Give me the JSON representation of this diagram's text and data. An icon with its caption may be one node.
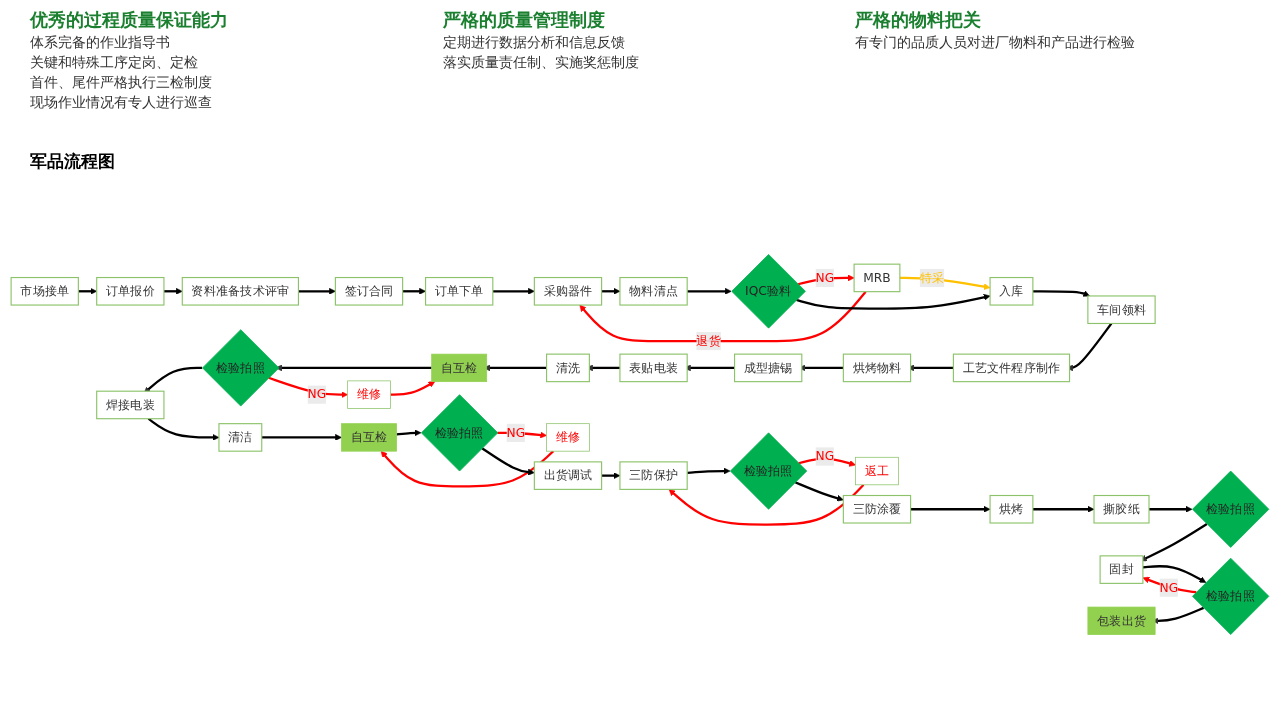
{
  "diagram": {
    "title": "军品流程图",
    "nodes": [
      {
        "text": [
          "市场接单"
        ]
      },
      {
        "text": [
          "订单报价"
        ]
      },
      {
        "text": [
          "资料准备技术评审"
        ]
      },
      {
        "text": [
          "签订合同"
        ]
      },
      {
        "text": [
          "订单下单"
        ]
      },
      {
        "text": [
          "采购器件"
        ]
      },
      {
        "text": [
          "物料清点"
        ]
      },
      {
        "text": [
          "IQC验料"
        ]
      },
      {
        "text": [
          "MRB"
        ]
      },
      {
        "text": [
          "入库"
        ]
      },
      {
        "text": [
          "车间领料"
        ]
      },
      {
        "text": [
          "工艺文件程序制作"
        ]
      },
      {
        "text": [
          "烘烤物料"
        ]
      },
      {
        "text": [
          "成型搪锡"
        ]
      },
      {
        "text": [
          "表贴电装"
        ]
      },
      {
        "text": [
          "清洗"
        ]
      },
      {
        "text": [
          "自互检"
        ]
      },
      {
        "text": [
          "检验拍照"
        ]
      },
      {
        "text": [
          "维修"
        ]
      },
      {
        "text": [
          "焊接电装"
        ]
      },
      {
        "text": [
          "清洁"
        ]
      },
      {
        "text": [
          "自互检"
        ]
      },
      {
        "text": [
          "检验拍照"
        ]
      },
      {
        "text": [
          "维修"
        ]
      },
      {
        "text": [
          "出货调试"
        ]
      },
      {
        "text": [
          "三防保护"
        ]
      },
      {
        "text": [
          "检验拍照"
        ]
      },
      {
        "text": [
          "返工"
        ]
      },
      {
        "text": [
          "三防涂覆"
        ]
      },
      {
        "text": [
          "烘烤"
        ]
      },
      {
        "text": [
          "撕胶纸"
        ]
      },
      {
        "text": [
          "检验拍照"
        ]
      },
      {
        "text": [
          "固封"
        ]
      },
      {
        "text": [
          "检验拍照"
        ]
      },
      {
        "text": [
          "包装出货"
        ]
      }
    ],
    "edges": [
      {
        "from": 0,
        "to": 1,
        "arrow": "to"
      },
      {
        "from": 1,
        "to": 2,
        "arrow": "to"
      },
      {
        "from": 2,
        "to": 3,
        "arrow": "to"
      },
      {
        "from": 3,
        "to": 4,
        "arrow": "to"
      },
      {
        "from": 4,
        "to": 5,
        "arrow": "to"
      },
      {
        "from": 5,
        "to": 6,
        "arrow": "to"
      },
      {
        "from": 6,
        "to": 7,
        "arrow": "to"
      },
      {
        "from": 7,
        "to": 8,
        "arrow": "to",
        "label": "NG",
        "color": "#ff0000"
      },
      {
        "from": 8,
        "to": 5,
        "arrow": "to",
        "label": "退货",
        "color": "#ff0000"
      },
      {
        "from": 8,
        "to": 9,
        "arrow": "to",
        "label": "特采",
        "color": "#ffc000"
      },
      {
        "from": 7,
        "to": 9,
        "arrow": "to"
      },
      {
        "from": 9,
        "to": 10,
        "arrow": "to"
      },
      {
        "from": 10,
        "to": 11,
        "arrow": "to"
      },
      {
        "from": 11,
        "to": 12,
        "arrow": "to"
      },
      {
        "from": 12,
        "to": 13,
        "arrow": "to"
      },
      {
        "from": 13,
        "to": 14,
        "arrow": "to"
      },
      {
        "from": 14,
        "to": 15,
        "arrow": "to"
      },
      {
        "from": 15,
        "to": 16,
        "arrow": "to"
      },
      {
        "from": 16,
        "to": 17,
        "arrow": "to"
      },
      {
        "from": 17,
        "to": 18,
        "arrow": "to",
        "label": "NG",
        "color": "#ff0000"
      },
      {
        "from": 18,
        "to": 16,
        "arrow": "to",
        "color": "#ff0000"
      },
      {
        "from": 17,
        "to": 19,
        "arrow": "to"
      },
      {
        "from": 19,
        "to": 20,
        "arrow": "to"
      },
      {
        "from": 20,
        "to": 21,
        "arrow": "to"
      },
      {
        "from": 21,
        "to": 22,
        "arrow": "to"
      },
      {
        "from": 22,
        "to": 23,
        "arrow": "to",
        "label": "NG",
        "color": "#ff0000"
      },
      {
        "from": 23,
        "to": 21,
        "arrow": "to",
        "color": "#ff0000"
      },
      {
        "from": 22,
        "to": 24,
        "arrow": "to"
      },
      {
        "from": 24,
        "to": 25,
        "arrow": "to"
      },
      {
        "from": 25,
        "to": 26,
        "arrow": "to"
      },
      {
        "from": 26,
        "to": 27,
        "arrow": "to",
        "label": "NG",
        "color": "#ff0000"
      },
      {
        "from": 27,
        "to": 25,
        "arrow": "to",
        "color": "#ff0000"
      },
      {
        "from": 26,
        "to": 28,
        "arrow": "to"
      },
      {
        "from": 28,
        "to": 29,
        "arrow": "to"
      },
      {
        "from": 29,
        "to": 30,
        "arrow": "to"
      },
      {
        "from": 30,
        "to": 31,
        "arrow": "to"
      },
      {
        "from": 31,
        "to": 32,
        "arrow": "to"
      },
      {
        "from": 32,
        "to": 33,
        "arrow": "to"
      },
      {
        "from": 33,
        "to": 32,
        "arrow": "to",
        "label": "NG",
        "color": "#ff0000"
      },
      {
        "from": 33,
        "to": 34,
        "arrow": "to"
      }
    ],
    "labels": [
      "优秀的过程质量保证能力",
      "体系完备的作业指导书",
      "关键和特殊工序定岗、定检",
      "首件、尾件严格执行三检制度",
      "现场作业情况有专人进行巡查",
      "严格的质量管理制度",
      "定期进行数据分析和信息反馈",
      "落实质量责任制、实施奖惩制度",
      "严格的物料把关",
      "有专门的品质人员对进厂物料和产品进行检验"
    ]
  }
}
